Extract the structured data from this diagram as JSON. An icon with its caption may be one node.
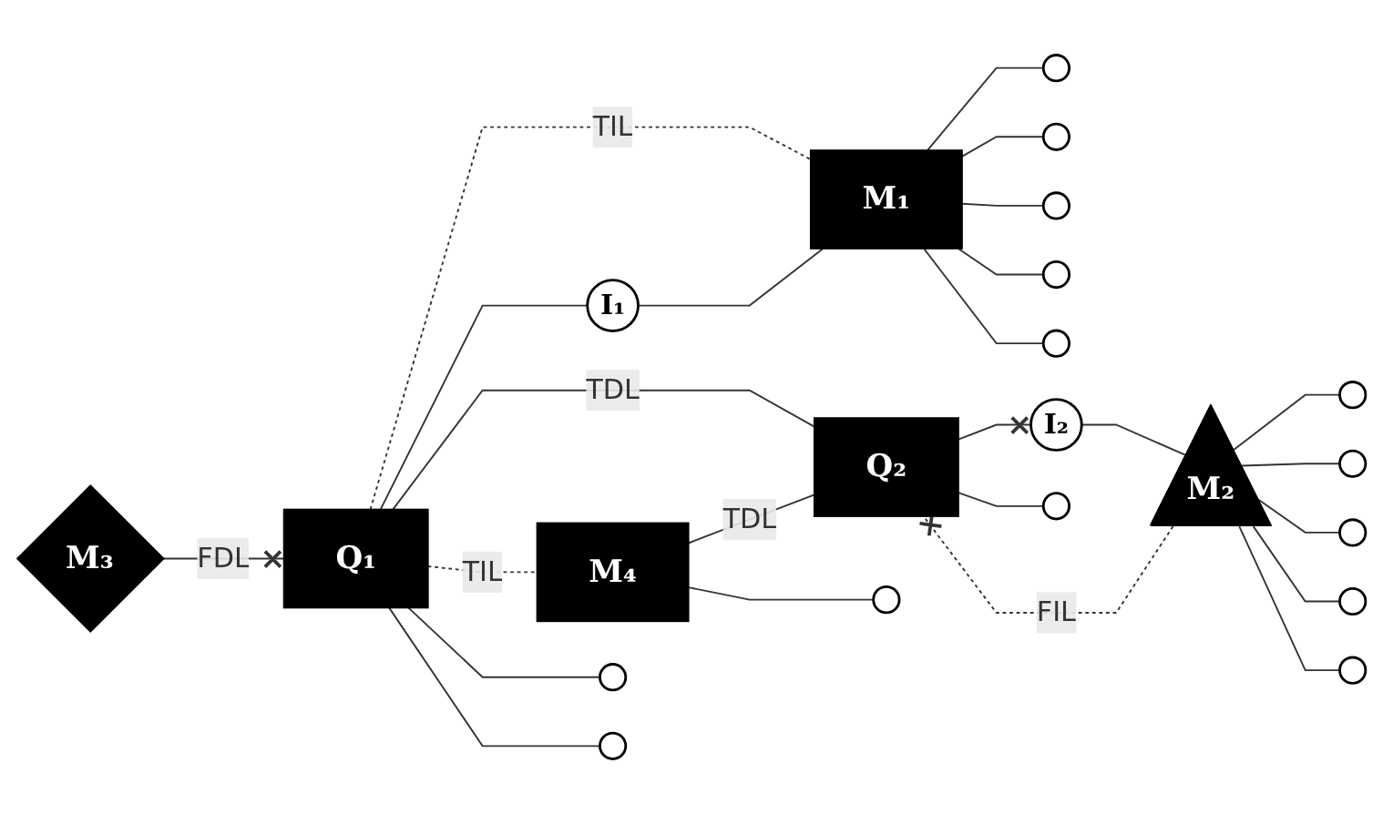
{
  "diagram": {
    "nodes": [
      {
        "text": [
          "M₃"
        ]
      },
      {
        "text": [
          "Q₁"
        ]
      },
      {
        "text": [
          "M₁"
        ]
      },
      {
        "text": [
          "I₁"
        ]
      },
      {
        "text": [
          "M₄"
        ]
      },
      {
        "text": [
          "Q₂"
        ]
      },
      {
        "text": [
          "I₂"
        ]
      },
      {
        "text": [
          "M₂"
        ]
      },
      {
        "text": [],
        "shape": "circle"
      },
      {
        "text": [],
        "shape": "circle"
      },
      {
        "text": [],
        "shape": "circle"
      },
      {
        "text": [],
        "shape": "circle"
      },
      {
        "text": [],
        "shape": "circle"
      },
      {
        "text": [],
        "shape": "circle"
      },
      {
        "text": [],
        "shape": "circle"
      },
      {
        "text": [],
        "shape": "circle"
      },
      {
        "text": [],
        "shape": "circle"
      },
      {
        "text": [],
        "shape": "circle"
      },
      {
        "text": [],
        "shape": "circle"
      },
      {
        "text": [],
        "shape": "circle"
      },
      {
        "text": [],
        "shape": "circle"
      },
      {
        "text": [],
        "shape": "circle"
      }
    ],
    "edges": [
      {
        "from": 0,
        "to": 1,
        "arrow": "other",
        "label": "FDL"
      },
      {
        "from": 1,
        "to": 2,
        "arrow": "none",
        "label": "TIL",
        "style": "dashed"
      },
      {
        "from": 1,
        "to": 3,
        "arrow": "none"
      },
      {
        "from": 3,
        "to": 2,
        "arrow": "none"
      },
      {
        "from": 1,
        "to": 5,
        "arrow": "none",
        "label": "TDL"
      },
      {
        "from": 1,
        "to": 4,
        "arrow": "none",
        "label": "TIL",
        "style": "dashed"
      },
      {
        "from": 4,
        "to": 5,
        "arrow": "none",
        "label": "TDL"
      },
      {
        "from": 5,
        "to": 6,
        "arrow": "other"
      },
      {
        "from": 7,
        "to": 5,
        "arrow": "other",
        "label": "FIL",
        "style": "dashed"
      },
      {
        "from": 6,
        "to": 7,
        "arrow": "none"
      },
      {
        "from": 1,
        "to": 8,
        "arrow": "none"
      },
      {
        "from": 1,
        "to": 9,
        "arrow": "none"
      },
      {
        "from": 2,
        "to": 10,
        "arrow": "none"
      },
      {
        "from": 2,
        "to": 11,
        "arrow": "none"
      },
      {
        "from": 2,
        "to": 12,
        "arrow": "none"
      },
      {
        "from": 2,
        "to": 13,
        "arrow": "none"
      },
      {
        "from": 2,
        "to": 14,
        "arrow": "none"
      },
      {
        "from": 4,
        "to": 15,
        "arrow": "none"
      },
      {
        "from": 5,
        "to": 16,
        "arrow": "none"
      },
      {
        "from": 7,
        "to": 17,
        "arrow": "none"
      },
      {
        "from": 7,
        "to": 18,
        "arrow": "none"
      },
      {
        "from": 7,
        "to": 19,
        "arrow": "none"
      },
      {
        "from": 7,
        "to": 20,
        "arrow": "none"
      },
      {
        "from": 7,
        "to": 21,
        "arrow": "none"
      }
    ]
  }
}
